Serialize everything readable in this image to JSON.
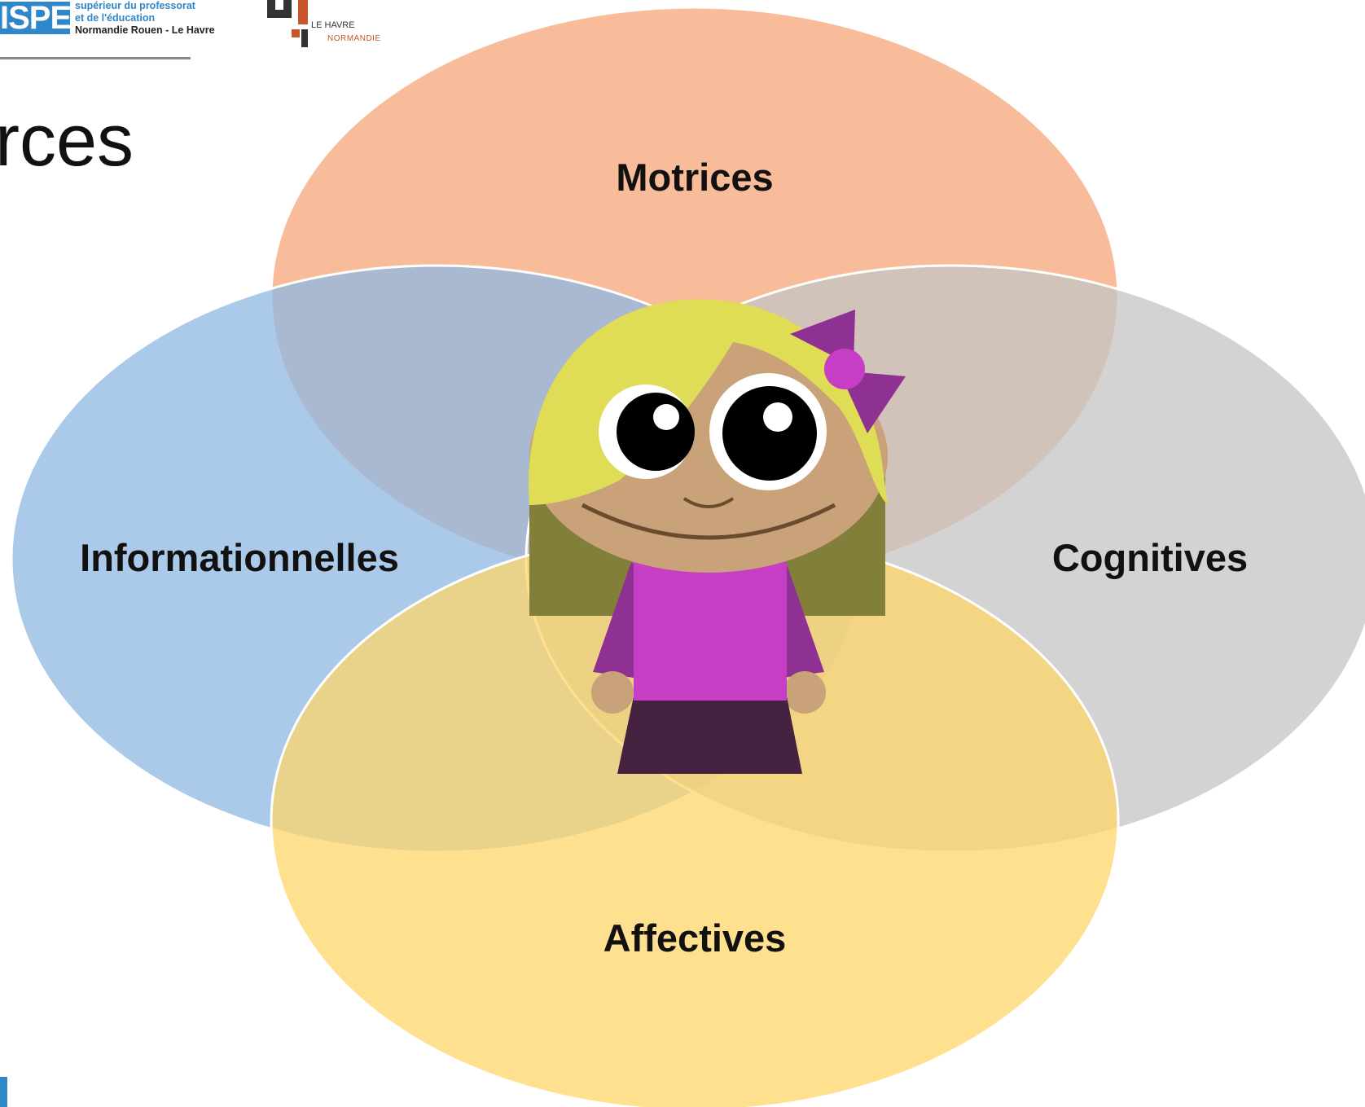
{
  "header": {
    "inspe_logo": {
      "mark": "ISPE",
      "line1": "supérieur du professorat",
      "line2": "et de l'éducation",
      "line3": "Normandie Rouen - Le Havre"
    },
    "university_logo": {
      "line1": "LE HAVRE",
      "line2": "NORMANDIE"
    }
  },
  "slide": {
    "title": "rces"
  },
  "diagram": {
    "type": "venn",
    "circles": [
      {
        "label": "Motrices",
        "color": "#f5a57a"
      },
      {
        "label": "Informationnelles",
        "color": "#8fb8e3"
      },
      {
        "label": "Cognitives",
        "color": "#c4c4c4"
      },
      {
        "label": "Affectives",
        "color": "#fdd66a"
      }
    ],
    "center_figure": "girl-character"
  }
}
